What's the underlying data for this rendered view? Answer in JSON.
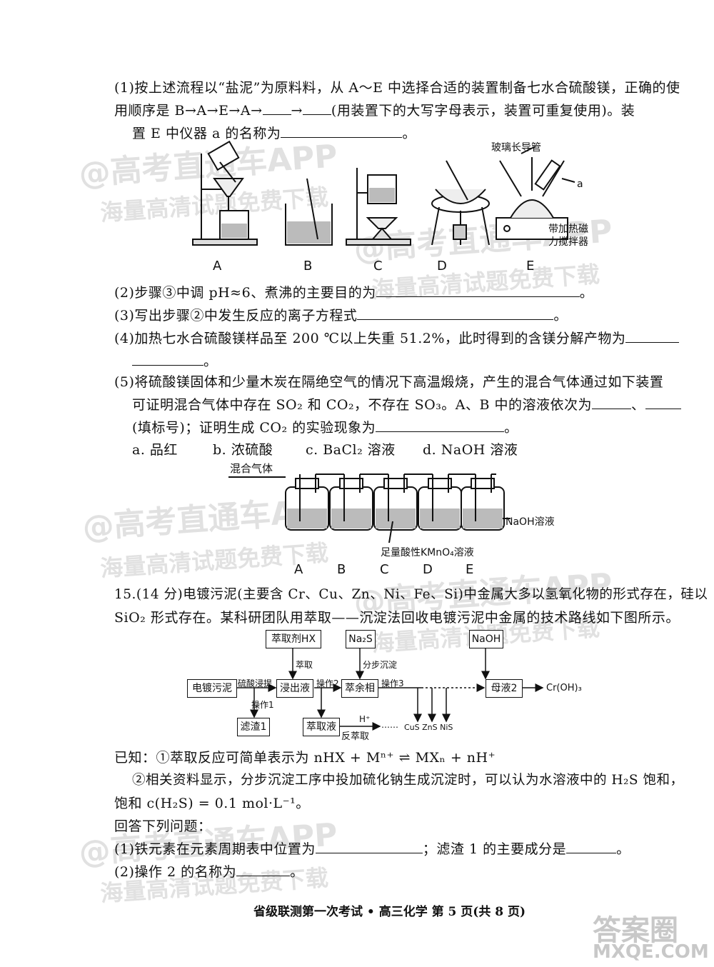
{
  "q14": {
    "p1_l1": "(1)按上述流程以“盐泥”为原料料，从 A～E 中选择合适的装置制备七水合硫酸镁，正确的使",
    "p1_l2a": "用顺序是 B→A→E→A→",
    "p1_l2b": "→",
    "p1_l2c": "(用装置下的大写字母表示，装置可重复使用)。装",
    "p1_l3": "置 E 中仪器 a 的名称为",
    "p1_l3_end": "。",
    "apparatus_labels": [
      "A",
      "B",
      "C",
      "D",
      "E"
    ],
    "label_glass_tube": "玻璃长导管",
    "label_a": "a",
    "label_stirrer_1": "带加热磁",
    "label_stirrer_2": "力搅拌器",
    "p2": "(2)步骤③中调 pH≈6、煮沸的主要目的为",
    "p2_end": "。",
    "p3": "(3)写出步骤②中发生反应的离子方程式",
    "p3_end": "。",
    "p4_l1": "(4)加热七水合硫酸镁样品至 200 ℃以上失重 51.2%，此时得到的含镁分解产物为",
    "p4_l2_end": "。",
    "p5_l1": "(5)将硫酸镁固体和少量木炭在隔绝空气的情况下高温煅烧，产生的混合气体通过如下装置",
    "p5_l2": "可证明混合气体中存在 SO₂ 和 CO₂，不存在 SO₃。A、B 中的溶液依次为",
    "p5_l2_sep": "、",
    "p5_l3": "(填标号)；证明生成 CO₂ 的实验现象为",
    "p5_l3_end": "。",
    "options": [
      "a. 品红",
      "b. 浓硫酸",
      "c. BaCl₂ 溶液",
      "d. NaOH 溶液"
    ],
    "gas_label": "混合气体",
    "naoh_label": "NaOH溶液",
    "kmno4_label": "足量酸性KMnO₄溶液",
    "bottle_labels": [
      "A",
      "B",
      "C",
      "D",
      "E"
    ]
  },
  "q15": {
    "l1": "15.(14 分)电镀污泥(主要含 Cr、Cu、Zn、Ni、Fe、Si)中金属大多以氢氧化物的形式存在，硅以",
    "l2": "SiO₂ 形式存在。某科研团队用萃取——沉淀法回收电镀污泥中金属的技术路线如下图所示。",
    "flow": {
      "extractant": "萃取剂HX",
      "na2s": "Na₂S",
      "naoh": "NaOH",
      "sludge": "电镀污泥",
      "leach": "浸出液",
      "raffinate": "萃余相",
      "mother": "母液2",
      "residue": "滤渣1",
      "extract": "萃取液",
      "acid_leach": "硫酸浸提",
      "op1": "操作1",
      "op2": "操作2",
      "op3": "操作3",
      "extract_step": "萃取",
      "stepwise": "分步沉淀",
      "product": "Cr(OH)₃",
      "h_plus": "H⁺",
      "back_extract": "反萃取",
      "dots": "……",
      "sulfides": "CuS ZnS NiS"
    },
    "known1": "已知：①萃取反应可简单表示为 nHX + Mⁿ⁺ ⇌ MXₙ + nH⁺",
    "known2": "②相关资料显示，分步沉淀工序中投加硫化钠生成沉淀时，可以认为水溶液中的 H₂S 饱和，",
    "known3": "饱和 c(H₂S) = 0.1 mol·L⁻¹。",
    "answer": "回答下列问题：",
    "s1a": "(1)铁元素在元素周期表中位置为",
    "s1b": "；滤渣 1 的主要成分是",
    "s1_end": "。",
    "s2": "(2)操作 2 的名称为",
    "s2_end": "。"
  },
  "footer": "省级联测第一次考试 • 高三化学   第 5 页(共 8 页)",
  "watermarks": {
    "w1": "@高考直通车APP",
    "w2": "海量高清试题免费下载",
    "corner": "答案圈",
    "corner_url": "MXQE.COM"
  }
}
